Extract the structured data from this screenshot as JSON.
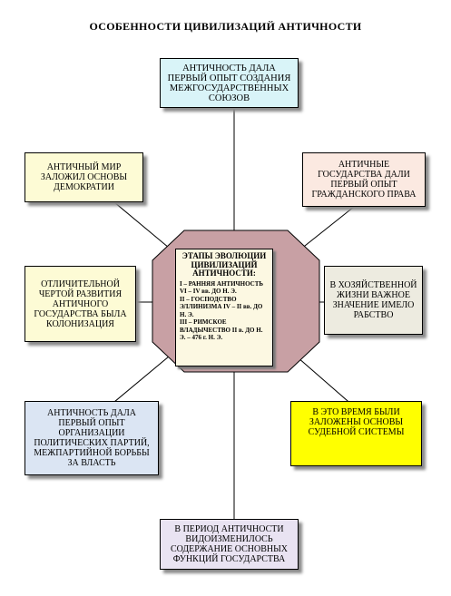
{
  "title": "ОСОБЕННОСТИ ЦИВИЛИЗАЦИЙ АНТИЧНОСТИ",
  "center": {
    "title": "ЭТАПЫ ЭВОЛЮЦИИ ЦИВИЛИЗАЦИЙ АНТИЧНОСТИ:",
    "items": [
      "I – РАННЯЯ АНТИЧНОСТЬ VI – IV вв. ДО Н. Э.",
      "II – ГОСПОДСТВО ЭЛЛИНИЗМА IV – II вв. ДО Н. Э.",
      "III – РИМСКОЕ ВЛАДЫЧЕСТВО II в. ДО Н. Э. – 476 г. Н. Э."
    ]
  },
  "boxes": {
    "top": "АНТИЧНОСТЬ ДАЛА ПЕРВЫЙ ОПЫТ СОЗДАНИЯ МЕЖГОСУДАРСТВЕННЫХ СОЮЗОВ",
    "upper_left": "АНТИЧНЫЙ МИР ЗАЛОЖИЛ ОСНОВЫ ДЕМОКРАТИИ",
    "upper_right": "АНТИЧНЫЕ ГОСУДАРСТВА ДАЛИ ПЕРВЫЙ ОПЫТ ГРАЖДАНСКОГО ПРАВА",
    "middle_left": "ОТЛИЧИТЕЛЬНОЙ ЧЕРТОЙ РАЗВИТИЯ АНТИЧНОГО ГОСУДАРСТВА БЫЛА КОЛОНИЗАЦИЯ",
    "middle_right": "В ХОЗЯЙСТВЕННОЙ ЖИЗНИ ВАЖНОЕ ЗНАЧЕНИЕ ИМЕЛО РАБСТВО",
    "lower_left": "АНТИЧНОСТЬ ДАЛА ПЕРВЫЙ ОПЫТ ОРГАНИЗАЦИИ ПОЛИТИЧЕСКИХ ПАРТИЙ, МЕЖПАРТИЙНОЙ БОРЬБЫ ЗА ВЛАСТЬ",
    "lower_right": "В ЭТО ВРЕМЯ БЫЛИ ЗАЛОЖЕНЫ ОСНОВЫ СУДЕБНОЙ СИСТЕМЫ",
    "bottom": "В ПЕРИОД АНТИЧНОСТИ ВИДОИЗМЕНИЛОСЬ СОДЕРЖАНИЕ ОСНОВНЫХ ФУНКЦИЙ ГОСУДАРСТВА"
  },
  "colors": {
    "top": "#d9f4f8",
    "upper_left": "#fdfbd5",
    "upper_right": "#fbe9e1",
    "middle_left": "#fdfbd5",
    "middle_right": "#edebe0",
    "lower_left": "#dbe5f3",
    "lower_right": "#ffff00",
    "bottom": "#e9e3f2",
    "octagon": "#c8a0a4"
  }
}
